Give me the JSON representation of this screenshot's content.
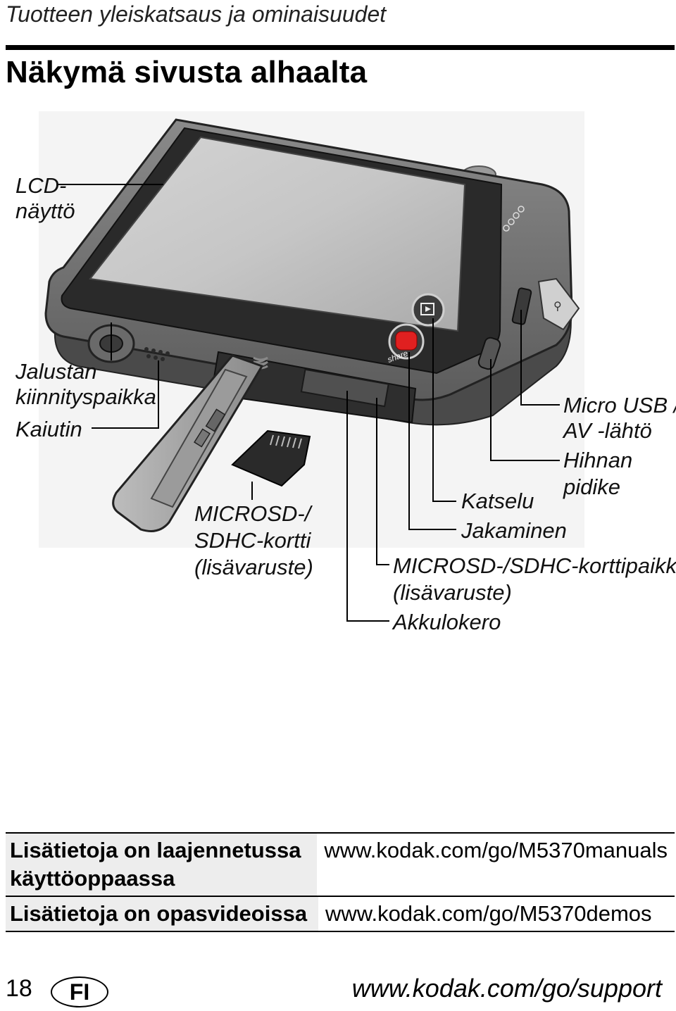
{
  "header": {
    "title": "Tuotteen yleiskatsaus ja ominaisuudet"
  },
  "section": {
    "title": "Näkymä sivusta alhaalta"
  },
  "callouts": {
    "lcd_line1": "LCD-",
    "lcd_line2": "näyttö",
    "tripod_line1": "Jalustan",
    "tripod_line2": "kiinnityspaikka",
    "speaker": "Kaiutin",
    "card_line1": "MICROSD-/",
    "card_line2": "SDHC-kortti",
    "card_line3": "(lisävaruste)",
    "usb_line1": "Micro USB /",
    "usb_line2": "AV -lähtö",
    "strap_line1": "Hihnan",
    "strap_line2": "pidike",
    "review": "Katselu",
    "share": "Jakaminen",
    "slot_line1": "MICROSD-/SDHC-korttipaikka",
    "slot_line2": "(lisävaruste)",
    "battery": "Akkulokero"
  },
  "camera": {
    "share_button_text": "share"
  },
  "info_table": [
    {
      "label": "Lisätietoja on laajennetussa käyttöoppaassa",
      "url": "www.kodak.com/go/M5370manuals"
    },
    {
      "label": "Lisätietoja on opasvideoissa",
      "url": "www.kodak.com/go/M5370demos"
    }
  ],
  "footer": {
    "page_number": "18",
    "language": "FI",
    "url": "www.kodak.com/go/support"
  }
}
